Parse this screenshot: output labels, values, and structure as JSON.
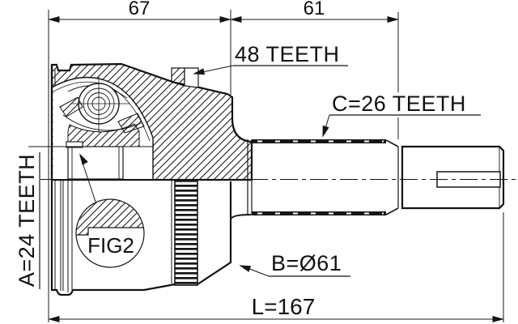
{
  "drawing": {
    "kind": "cv-joint-outer-technical-drawing",
    "labels": {
      "dim_top_left": "67",
      "dim_top_right": "61",
      "abs_ring_callout": "48 TEETH",
      "shaft_spline_callout": "C=26 TEETH",
      "inner_spline_callout": "A=24 TEETH",
      "outer_diameter_callout": "B=Ø61",
      "overall_length": "L=167",
      "detail_reference": "FIG2"
    },
    "colors": {
      "line": "#111111",
      "background": "#ffffff"
    }
  }
}
